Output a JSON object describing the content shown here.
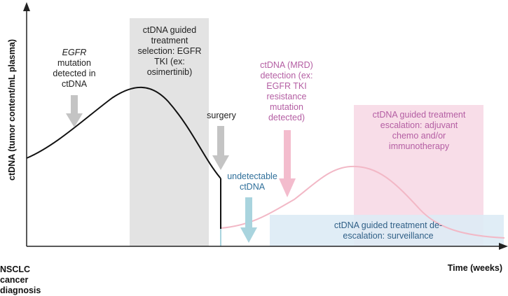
{
  "axes": {
    "y_label": "ctDNA (tumor content/mL plasma)",
    "x_label": "Time (weeks)",
    "origin_label": "NSCLC cancer diagnosis"
  },
  "labels": {
    "egfr_italic": "EGFR",
    "egfr_rest": "mutation detected in ctDNA",
    "tki_selection": "ctDNA guided treatment selection: EGFR TKI (ex: osimertinib)",
    "surgery": "surgery",
    "undetectable": "undetectable ctDNA",
    "mrd": "ctDNA (MRD) detection (ex: EGFR TKI resistance mutation detected)",
    "escalation": "ctDNA guided treatment escalation: adjuvant chemo and/or immunotherapy",
    "deescalation": "ctDNA guided treatment de-escalation: surveillance"
  },
  "colors": {
    "axis": "#222222",
    "tumor_curve": "#111111",
    "recurrence_curve": "#f2b8c6",
    "selection_band": "#e3e3e3",
    "escalation_band": "#f8dde8",
    "deescalation_band": "#ddebf5",
    "gray_arrow": "#c4c4c4",
    "blue_arrow": "#a9d4de",
    "pink_arrow": "#f3bccd",
    "mrd_text": "#b45ea3",
    "escalation_text": "#b45ea3",
    "undetectable_text": "#2f6f9a",
    "deescalation_text": "#2f5f86"
  }
}
